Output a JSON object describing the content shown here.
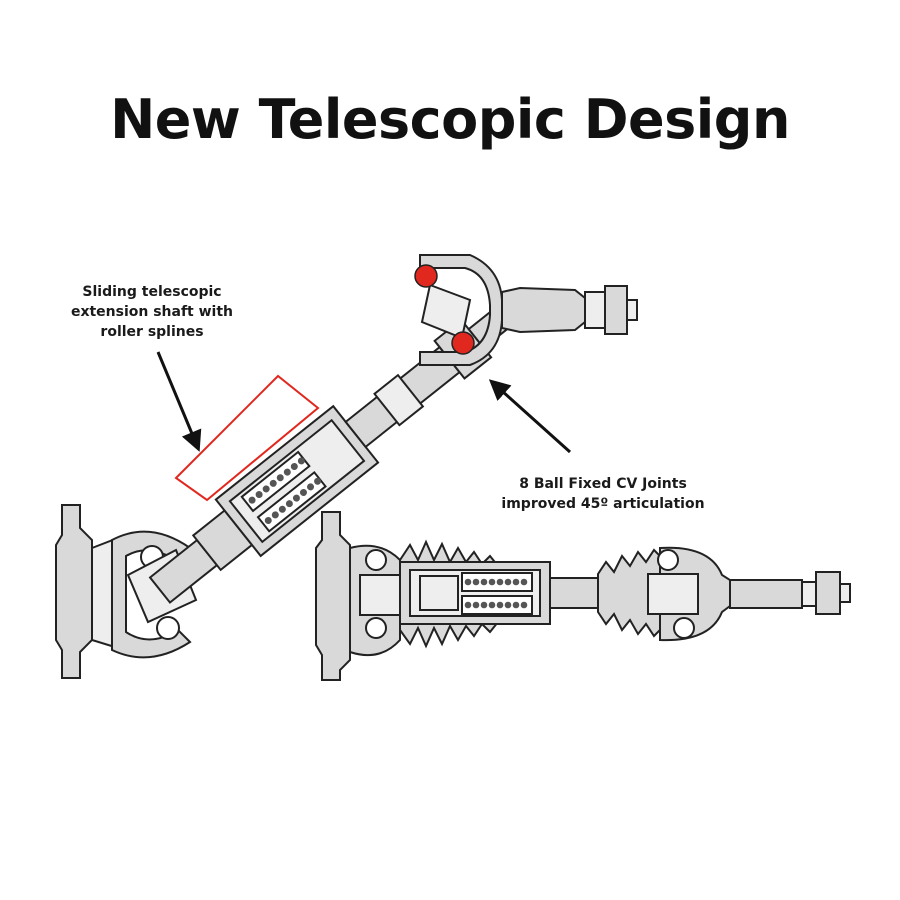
{
  "title": "New Telescopic Design",
  "callouts": {
    "telescopic": {
      "line1": "Sliding telescopic",
      "line2": "extension shaft with",
      "line3": "roller splines"
    },
    "cv_joint": {
      "line1": "8 Ball Fixed CV Joints",
      "line2": "improved 45º articulation"
    }
  },
  "colors": {
    "highlight": "#e0281e",
    "callout_box": "#e0281e",
    "text": "#111111",
    "part_fill": "#d9d9d9"
  }
}
